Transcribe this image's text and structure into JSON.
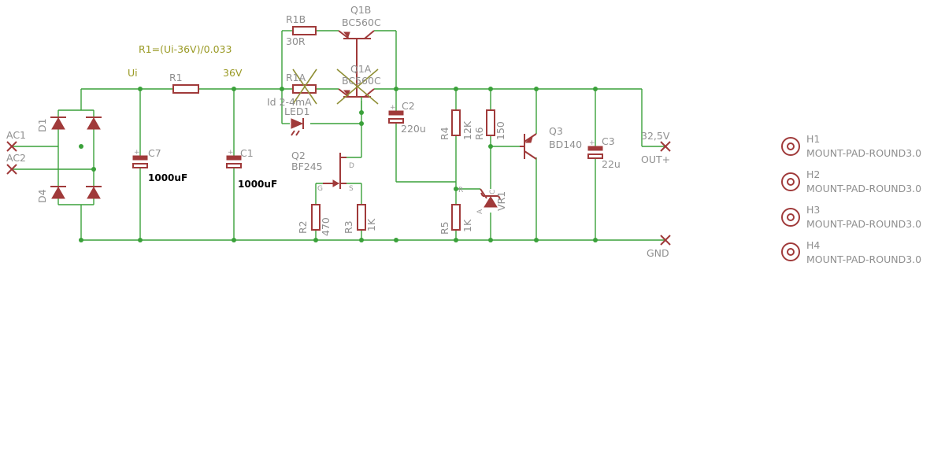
{
  "labels": {
    "ac1": "AC1",
    "ac2": "AC2",
    "d1": "D1",
    "d4": "D4",
    "c7": "C7",
    "c7_val": "1000uF",
    "c1": "C1",
    "c1_val": "1000uF",
    "r1": "R1",
    "r1_formula": "R1=(Ui-36V)/0.033",
    "net_ui": "Ui",
    "net_36v": "36V",
    "r1b": "R1B",
    "r1b_val": "30R",
    "q1b": "Q1B",
    "q1b_val": "BC560C",
    "r1a": "R1A",
    "q1a": "Q1A",
    "q1a_val": "BC560C",
    "id_note": "Id 2-4mA",
    "led1": "LED1",
    "q2": "Q2",
    "q2_val": "BF245",
    "pin_d": "D",
    "pin_g": "G",
    "pin_s": "S",
    "r2": "R2",
    "r2_val": "470",
    "r3": "R3",
    "r3_val": "1K",
    "c2": "C2",
    "c2_val": "220u",
    "r4": "R4",
    "r4_val": "12K",
    "r6": "R6",
    "r6_val": "150",
    "r5": "R5",
    "r5_val": "1K",
    "vr1": "VR1",
    "pin_r": "R",
    "pin_a": "A",
    "pin_c": "C",
    "q3": "Q3",
    "q3_val": "BD140",
    "c3": "C3",
    "c3_val": "22u",
    "out_voltage": "32,5V",
    "out_plus": "OUT+",
    "gnd": "GND",
    "h1": "H1",
    "h2": "H2",
    "h3": "H3",
    "h4": "H4",
    "mount_pad": "MOUNT-PAD-ROUND3.0"
  },
  "colors": {
    "wire": "#3aa13a",
    "symbol": "#a03a3a",
    "label_gray": "#8f8f8f",
    "label_net": "#9a9a25",
    "background": "#ffffff"
  }
}
